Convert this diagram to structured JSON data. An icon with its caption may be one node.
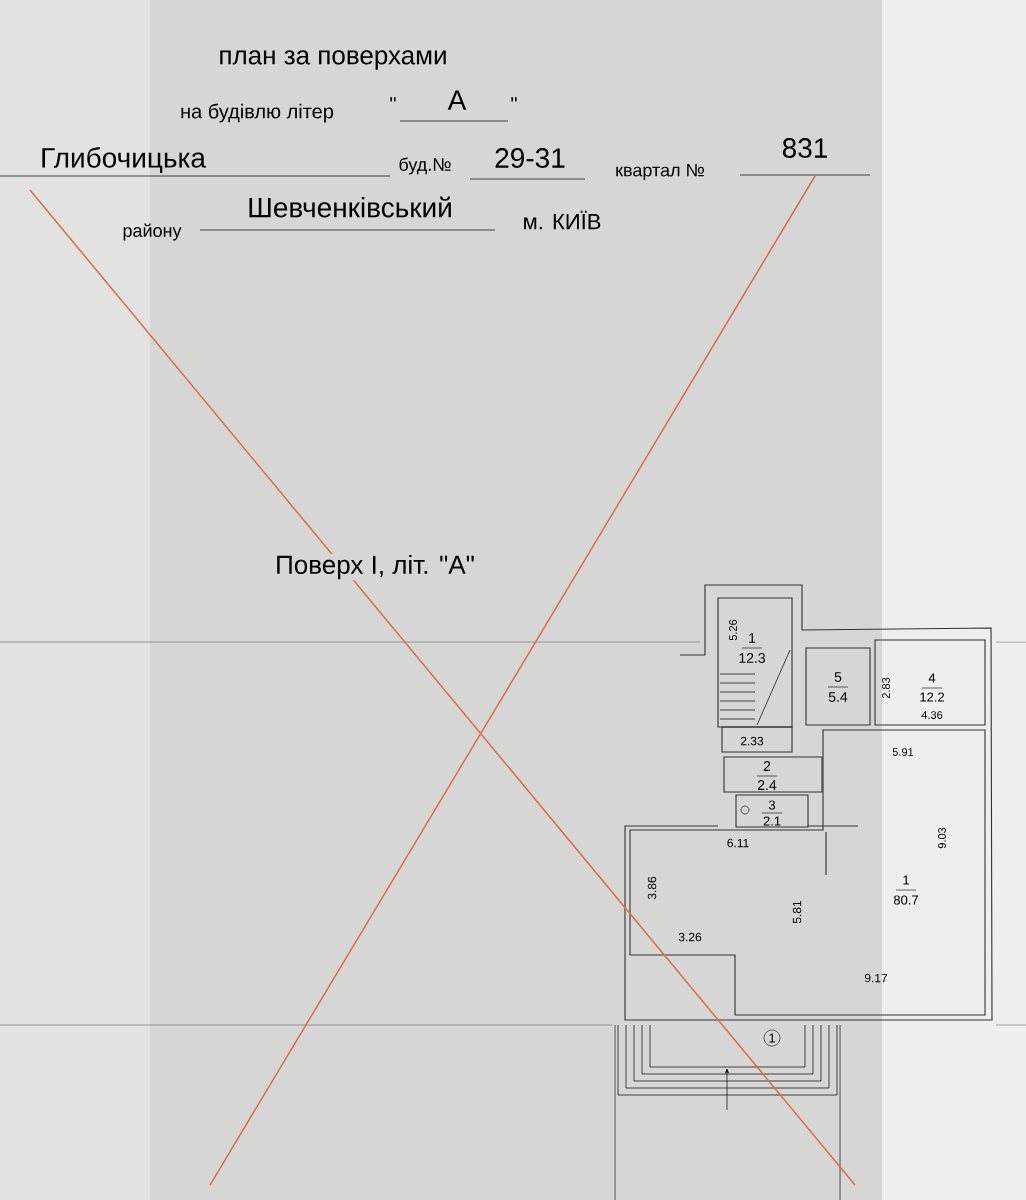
{
  "diagram": {
    "title": "план за поверхами",
    "labels": [
      "на будівлю літер",
      "\"",
      "А",
      "\"",
      "Глибочицька",
      "буд.№",
      "29-31",
      "квартал №",
      "831",
      "району",
      "Шевченківський",
      "м. КИЇВ",
      "Поверх І, літ. \"А\"",
      "5.26",
      "1",
      "12.3",
      "5",
      "5.4",
      "2.83",
      "4",
      "12.2",
      "4.36",
      "2.33",
      "5.91",
      "2",
      "2.4",
      "3",
      "2.1",
      "6.11",
      "9.03",
      "3.86",
      "5.81",
      "1",
      "80.7",
      "3.26",
      "9.17",
      "1"
    ]
  }
}
